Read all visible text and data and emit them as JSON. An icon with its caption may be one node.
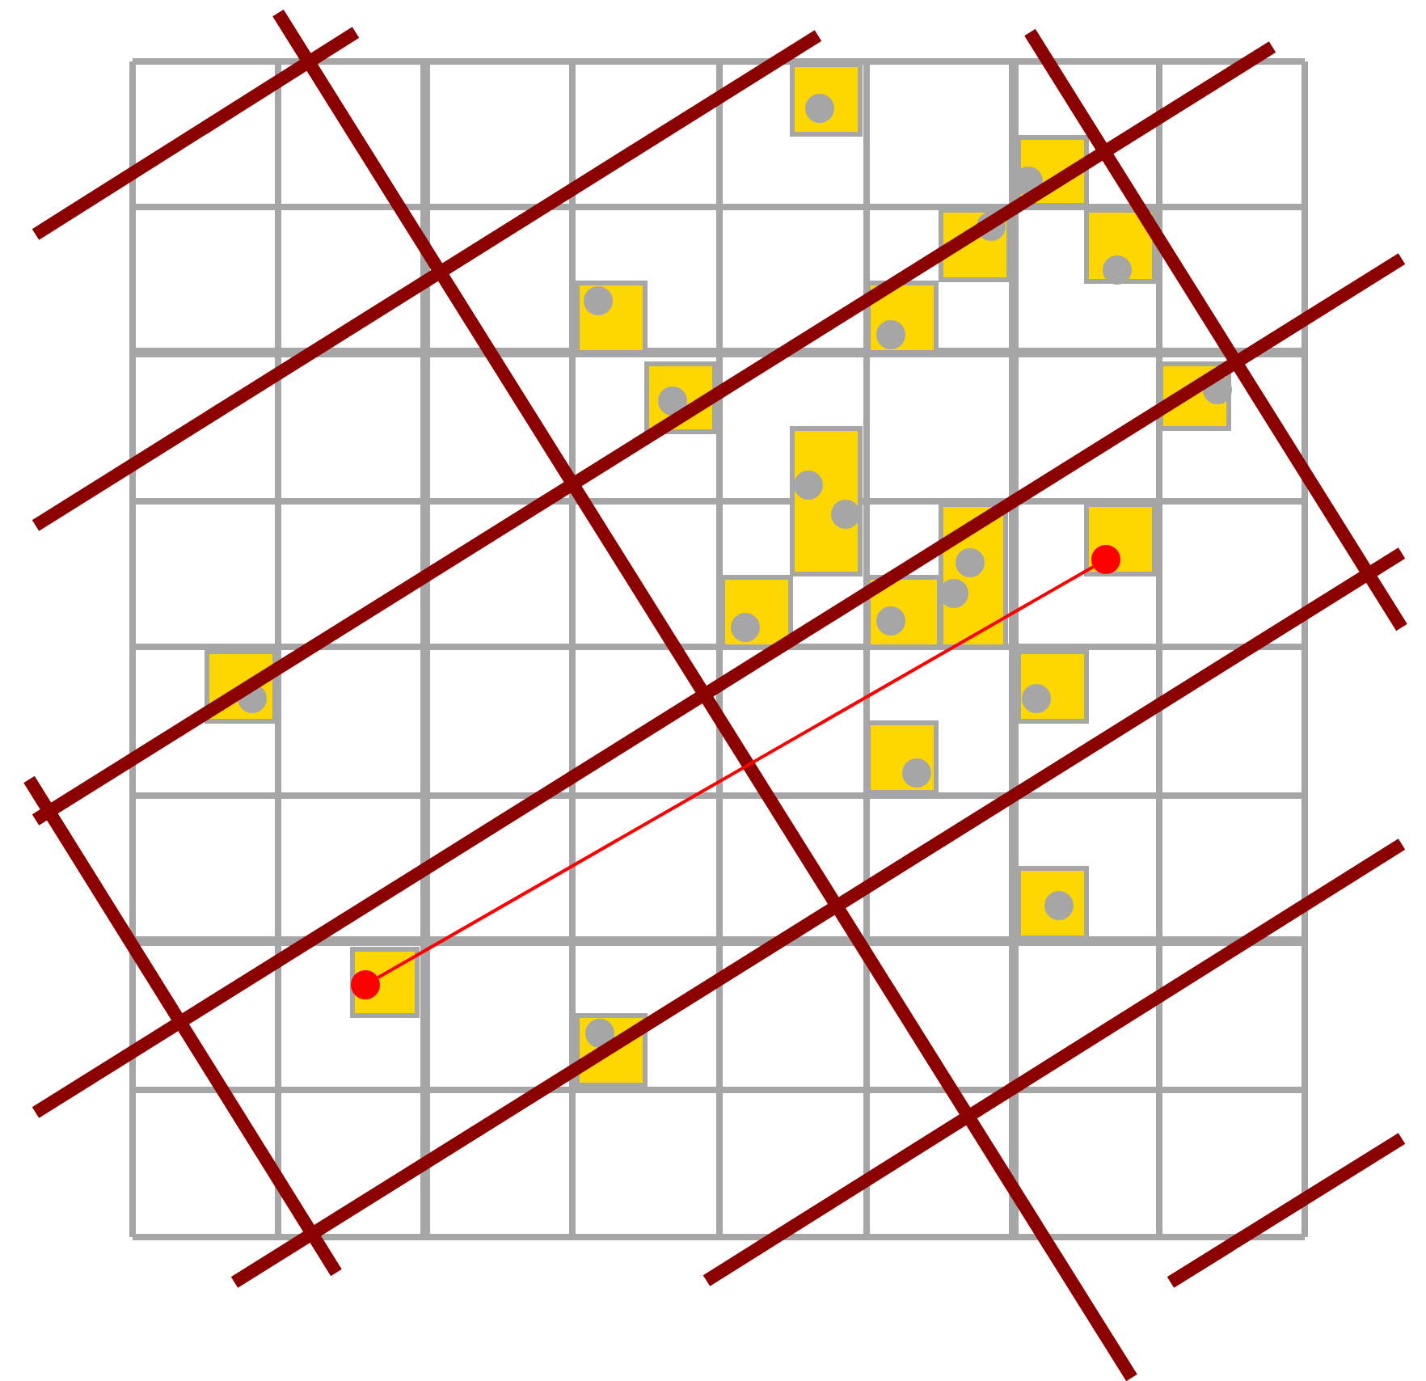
{
  "diagram": {
    "nodes": [
      {
        "text": [],
        "shape": "circle"
      },
      {
        "text": [],
        "shape": "circle"
      }
    ],
    "edges": [
      {
        "from": 0,
        "to": 1,
        "arrow": "none",
        "color": "#ff0000"
      }
    ]
  }
}
